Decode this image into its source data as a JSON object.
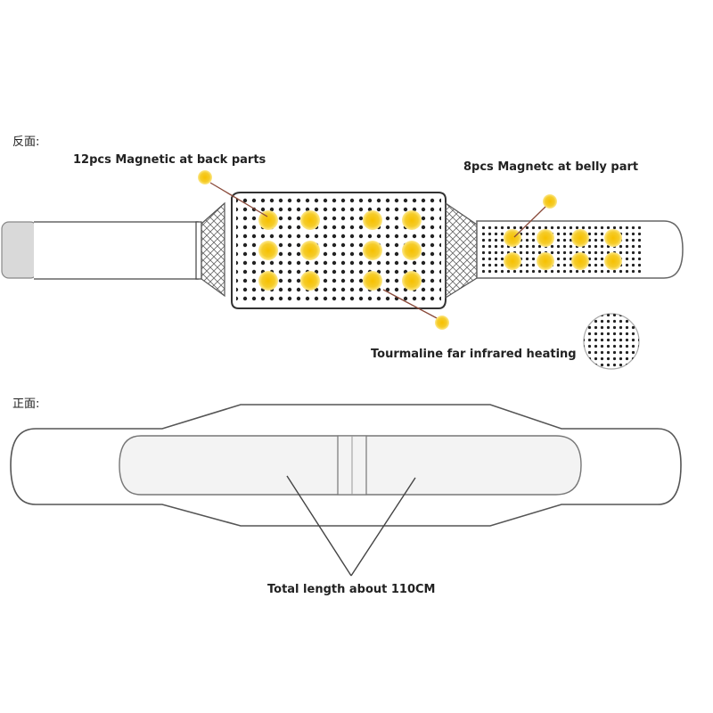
{
  "back_view": {
    "side_label": "反面:",
    "callouts": {
      "back_magnets": "12pcs Magnetic at back parts",
      "belly_magnets": "8pcs Magnetc at belly part",
      "tourmaline": "Tourmaline far infrared heating"
    },
    "back_magnet_count": 12,
    "belly_magnet_count": 8
  },
  "front_view": {
    "side_label": "正面:",
    "length_label": "Total length about 110CM"
  },
  "colors": {
    "magnet": "#f5c518",
    "magnet_glow": "#fde88a",
    "outline": "#555555",
    "dot": "#222222",
    "callout_line": "#8a4a3a",
    "tail_fill": "#dddddd"
  }
}
